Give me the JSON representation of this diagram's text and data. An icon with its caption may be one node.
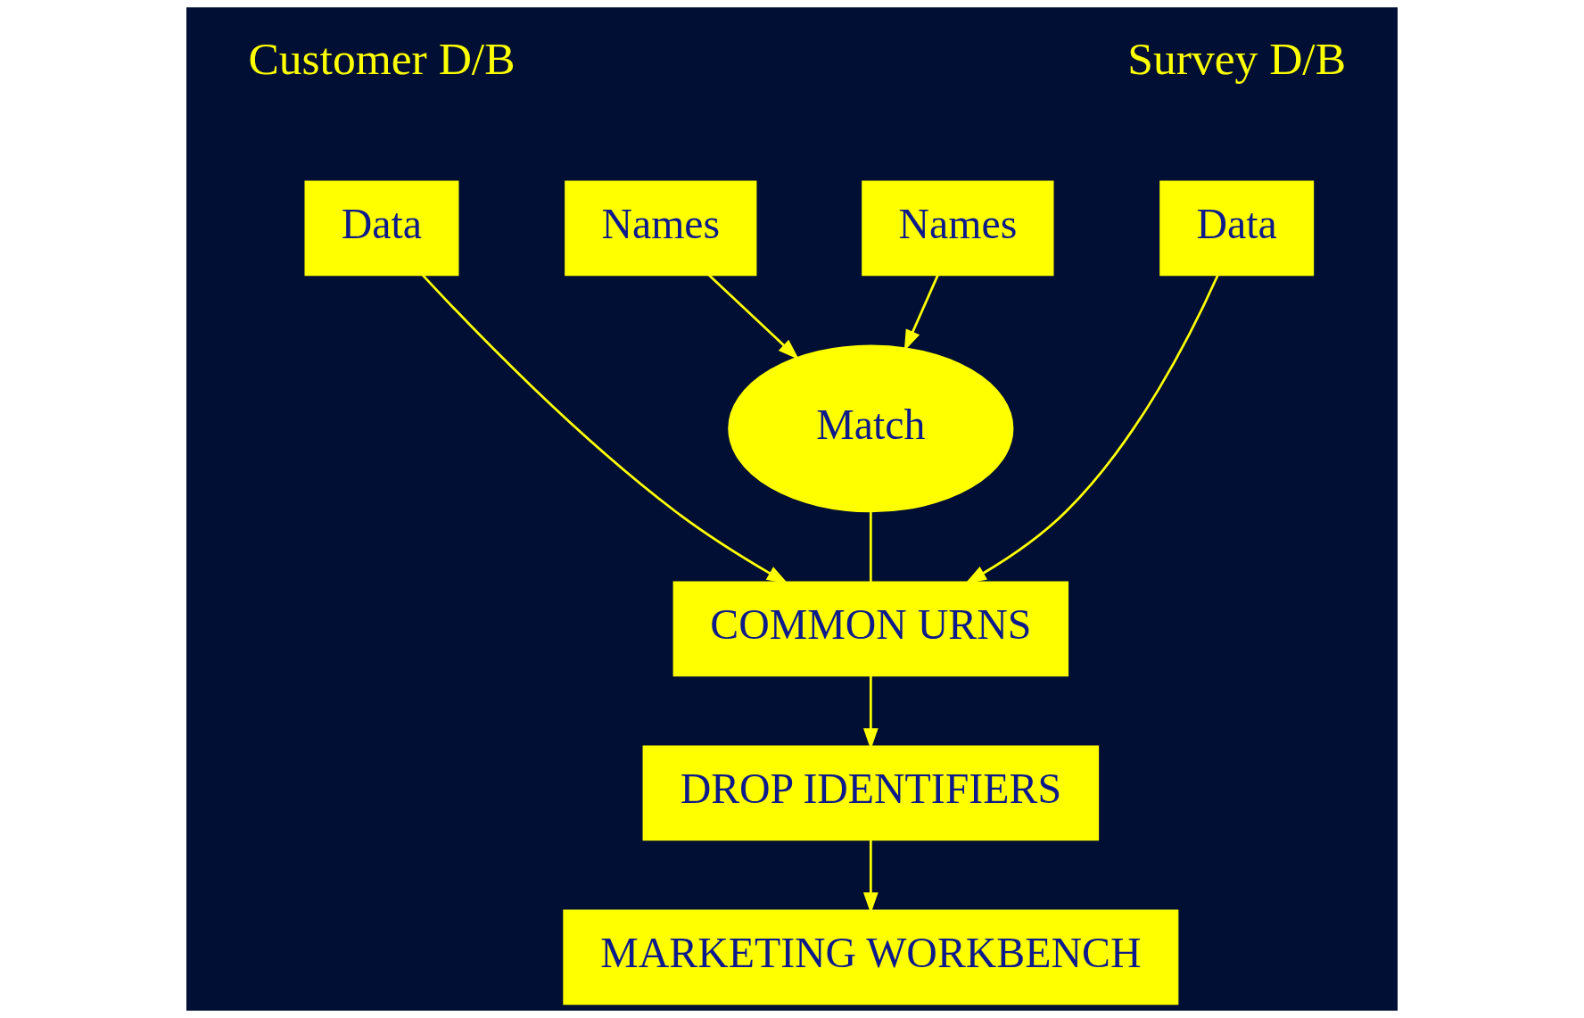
{
  "diagram": {
    "nodes": [
      {
        "text": [
          "Data"
        ]
      },
      {
        "text": [
          "Names"
        ]
      },
      {
        "text": [
          "Match"
        ]
      },
      {
        "text": [
          "Names"
        ]
      },
      {
        "text": [
          "Data"
        ]
      },
      {
        "text": [
          "COMMON URNS"
        ]
      },
      {
        "text": [
          "DROP IDENTIFIERS"
        ]
      },
      {
        "text": [
          "MARKETING WORKBENCH"
        ]
      }
    ],
    "edges": [
      {
        "from": 1,
        "to": 2,
        "arrow": "to"
      },
      {
        "from": 3,
        "to": 2,
        "arrow": "to"
      },
      {
        "from": 2,
        "to": 5,
        "arrow": "none"
      },
      {
        "from": 0,
        "to": 5,
        "arrow": "to"
      },
      {
        "from": 4,
        "to": 5,
        "arrow": "to"
      },
      {
        "from": 5,
        "to": 6,
        "arrow": "to"
      },
      {
        "from": 6,
        "to": 7,
        "arrow": "to"
      }
    ],
    "labels": [
      "Customer D/B",
      "Survey D/B"
    ]
  }
}
